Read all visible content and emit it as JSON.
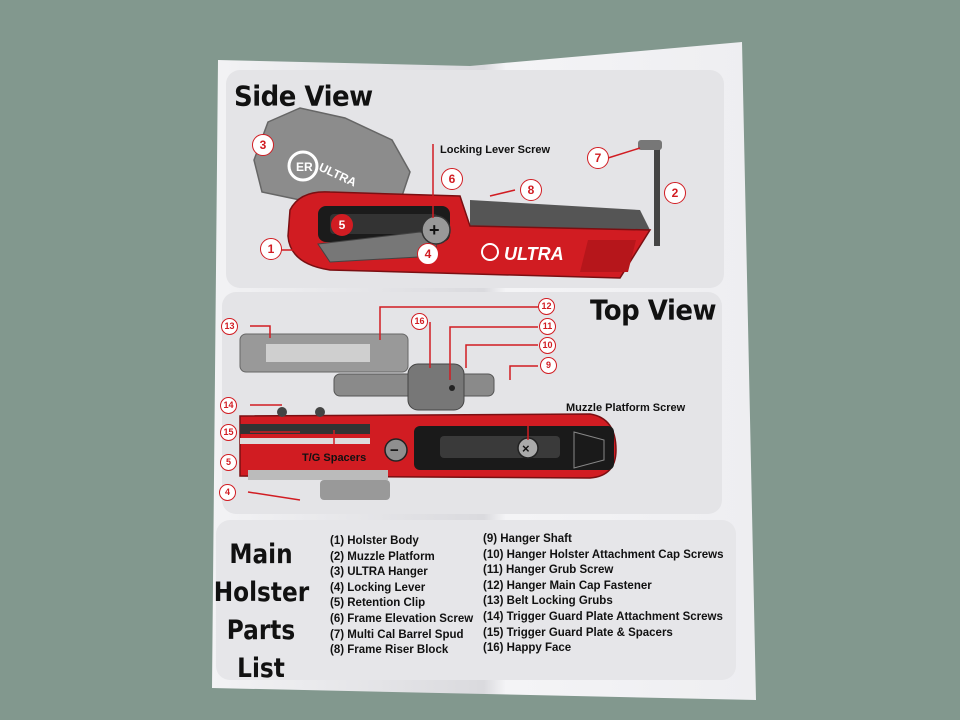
{
  "sheet": {
    "side_view_title": "Side View",
    "top_view_title": "Top View",
    "brand_text": "ULTRA",
    "brand_logo": "ER",
    "callouts": {
      "locking_lever_screw": "Locking Lever Screw",
      "muzzle_platform_screw": "Muzzle Platform Screw",
      "tg_spacers": "T/G Spacers"
    },
    "side_numbers": [
      "3",
      "1",
      "5",
      "4",
      "6",
      "8",
      "7",
      "2"
    ],
    "top_numbers": [
      "13",
      "16",
      "12",
      "11",
      "10",
      "9",
      "14",
      "15",
      "5",
      "4"
    ],
    "main_title_lines": [
      "Main",
      "Holster",
      "Parts List"
    ],
    "parts_col1": [
      "(1) Holster Body",
      "(2) Muzzle Platform",
      "(3) ULTRA Hanger",
      "(4) Locking Lever",
      "(5) Retention Clip",
      "(6) Frame Elevation Screw",
      "(7) Multi Cal Barrel Spud",
      "(8) Frame Riser Block"
    ],
    "parts_col2": [
      "(9) Hanger Shaft",
      "(10) Hanger Holster Attachment Cap Screws",
      "(11) Hanger Grub Screw",
      "(12) Hanger Main Cap Fastener",
      "(13) Belt Locking Grubs",
      "(14) Trigger Guard Plate Attachment Screws",
      "(15) Trigger Guard Plate & Spacers",
      "(16) Happy Face"
    ]
  },
  "colors": {
    "carpet": "#7f948a",
    "paper": "#f0f0f2",
    "panel": "#e3e3e6",
    "accent_red": "#d11c22",
    "hanger_gray": "#8c8c8c"
  }
}
